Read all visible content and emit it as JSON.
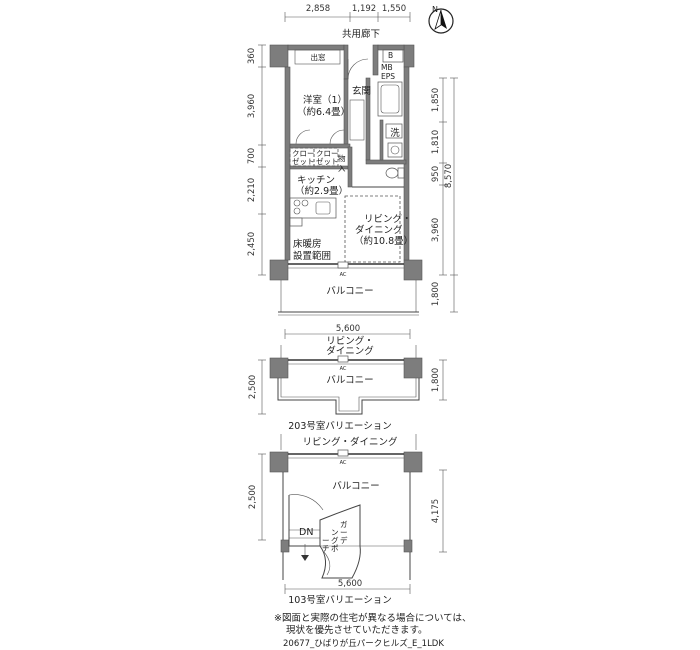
{
  "dimensions": {
    "top": [
      "2,858",
      "1,192",
      "1,550"
    ],
    "left": [
      "360",
      "3,960",
      "700",
      "2,210",
      "2,450"
    ],
    "right_inner": [
      "1,850",
      "1,810",
      "950",
      "3,960"
    ],
    "right_outer": [
      "8,570",
      "1,800"
    ],
    "bottom_width": "5,600",
    "v203_left": "2,500",
    "v203_right": "1,800",
    "v103_left": "2,500",
    "v103_right": "4,175",
    "v103_width": "5,600"
  },
  "labels": {
    "corridor": "共用廊下",
    "balcony_exit": "出窓",
    "mb": "MB",
    "eps": "EPS",
    "entrance": "玄関",
    "washroom": "洗",
    "storage": "物入",
    "bedroom": "洋室（1）",
    "bedroom_size": "（約6.4畳）",
    "closet_a": "クロー",
    "closet_a2": "ゼット",
    "closet_b": "クロー",
    "closet_b2": "ゼット",
    "kitchen": "キッチン",
    "kitchen_size": "（約2.9畳）",
    "living": "リビング・",
    "living2": "ダイニング",
    "living_size": "（約10.8畳）",
    "floor_heat": "床暖房",
    "floor_heat2": "設置範囲",
    "balcony": "バルコニー",
    "ac": "AC",
    "v203_living": "リビング・",
    "v203_living2": "ダイニング",
    "v203_balcony": "バルコニー",
    "v203_caption": "203号室バリエーション",
    "v103_living": "リビング・ダイニング",
    "v103_balcony": "バルコニー",
    "v103_dn": "DN",
    "v103_garden": [
      "ガ",
      "ー",
      "デ",
      "ン",
      "グ",
      "ポ",
      "ー",
      "チ"
    ],
    "v103_caption": "103号室バリエーション",
    "north": "N"
  },
  "notes": {
    "line1": "※図面と実際の住宅が異なる場合については、",
    "line2": "現状を優先させていただきます。",
    "footer": "20677_ひばりが丘パークヒルズ_E_1LDK"
  }
}
